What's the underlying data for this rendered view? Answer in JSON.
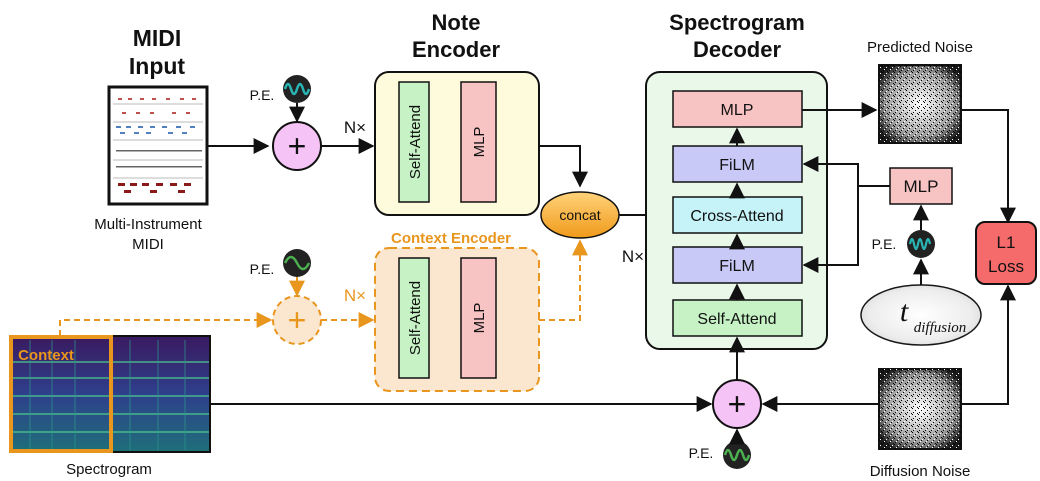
{
  "midi_input": {
    "title_line1": "MIDI",
    "title_line2": "Input",
    "caption_line1": "Multi-Instrument",
    "caption_line2": "MIDI"
  },
  "note_encoder": {
    "title_line1": "Note",
    "title_line2": "Encoder",
    "self_attend": "Self-Attend",
    "mlp": "MLP",
    "repeat": "N×"
  },
  "context_encoder": {
    "title": "Context Encoder",
    "self_attend": "Self-Attend",
    "mlp": "MLP",
    "repeat": "N×"
  },
  "concat": "concat",
  "spectrogram_decoder": {
    "title_line1": "Spectrogram",
    "title_line2": "Decoder",
    "repeat": "N×",
    "blocks": {
      "mlp": "MLP",
      "film_top": "FiLM",
      "cross_attend": "Cross-Attend",
      "film_bottom": "FiLM",
      "self_attend": "Self-Attend"
    }
  },
  "timestep_mlp": "MLP",
  "pe_label": "P.E.",
  "plus": "+",
  "t_diffusion": {
    "t": "t",
    "sub": "diffusion"
  },
  "predicted_noise": "Predicted Noise",
  "diffusion_noise": "Diffusion Noise",
  "loss": {
    "line1": "L1",
    "line2": "Loss"
  },
  "spectrogram": {
    "context_label": "Context",
    "caption": "Spectrogram"
  },
  "colors": {
    "note_encoder_bg": "#fdfbdc",
    "context_encoder_bg": "#fbe6cf",
    "context_orange": "#e8961e",
    "self_attend_green": "#c6f2c6",
    "mlp_pink": "#f7c3c3",
    "decoder_bg": "#e9f8e9",
    "film_purple": "#c9c9f7",
    "cross_attend_cyan": "#c6f3f8",
    "plus_magenta": "#f5c3f5",
    "loss_red": "#f56a6a",
    "concat_orange": "#f5a623",
    "pe_teal": "#2ab5b5"
  }
}
